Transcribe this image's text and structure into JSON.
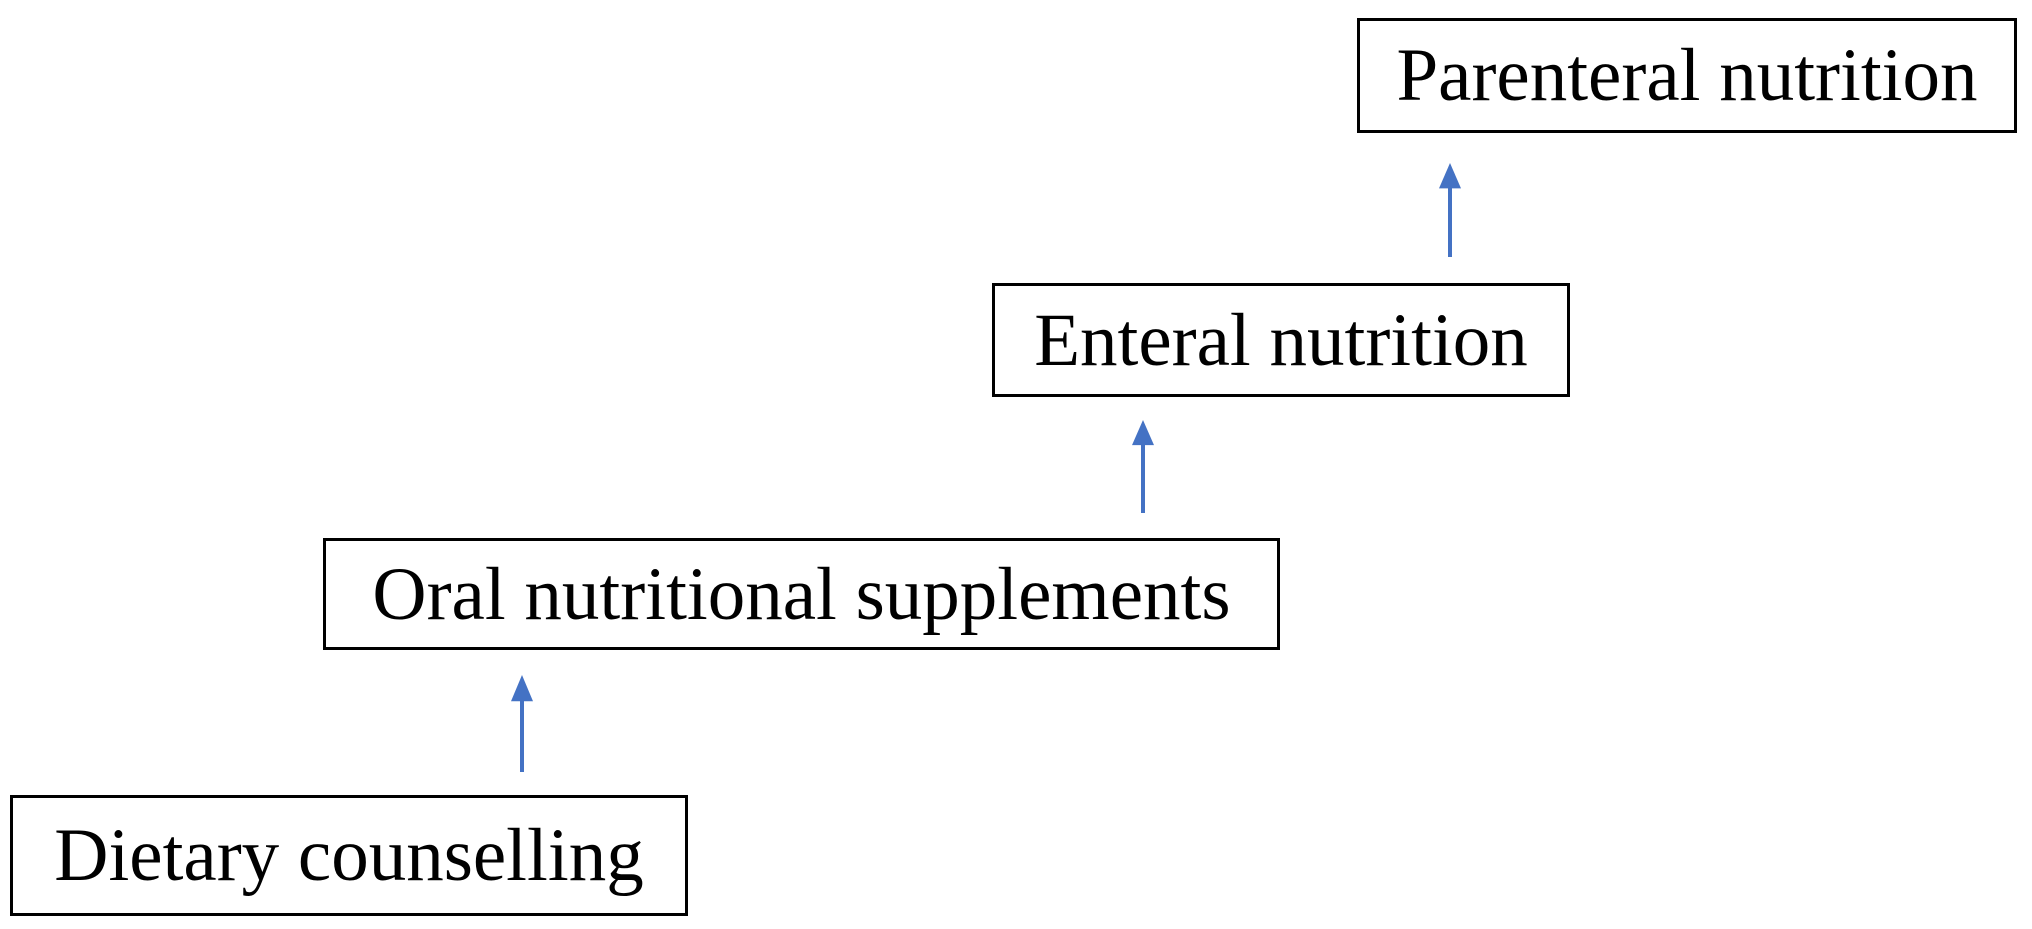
{
  "diagram": {
    "type": "flow-steps",
    "steps": [
      {
        "label": "Dietary counselling"
      },
      {
        "label": "Oral nutritional supplements"
      },
      {
        "label": "Enteral nutrition"
      },
      {
        "label": "Parenteral nutrition"
      }
    ],
    "connections": [
      {
        "from": "Dietary counselling",
        "to": "Oral nutritional supplements",
        "direction": "up"
      },
      {
        "from": "Oral nutritional supplements",
        "to": "Enteral nutrition",
        "direction": "up"
      },
      {
        "from": "Enteral nutrition",
        "to": "Parenteral nutrition",
        "direction": "up"
      }
    ],
    "colors": {
      "arrow": "#4472C4",
      "box_border": "#000000",
      "text": "#000000",
      "background": "#FFFFFF"
    }
  }
}
